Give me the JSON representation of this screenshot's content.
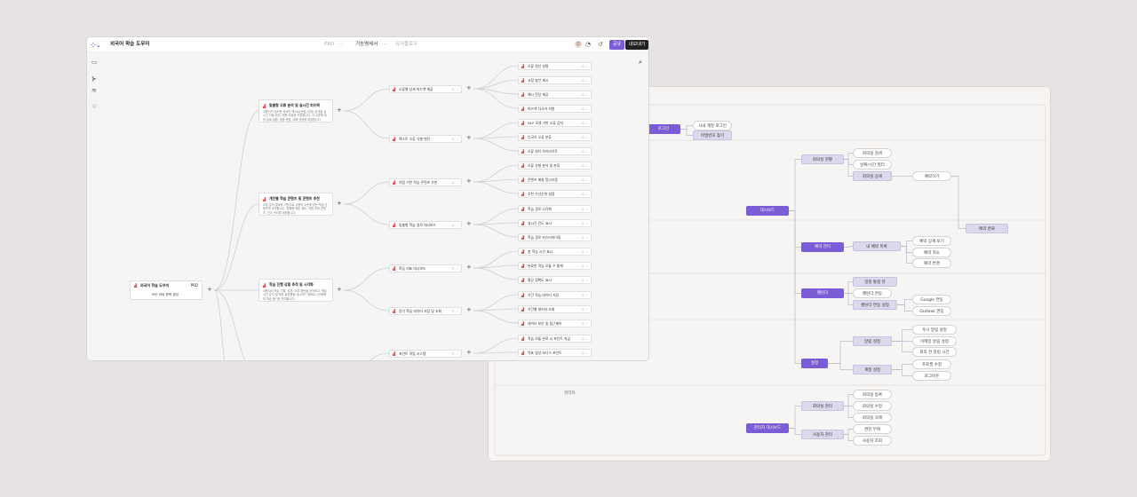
{
  "flowchart": {
    "nodes": [
      {
        "id": "login",
        "label": "로그인",
        "kind": "k1"
      },
      {
        "id": "social",
        "label": "시내 계정 로그인",
        "kind": "k3"
      },
      {
        "id": "findpw",
        "label": "비밀번호 찾기",
        "kind": "k2"
      },
      {
        "id": "status",
        "label": "회의실 현황",
        "kind": "k2"
      },
      {
        "id": "search",
        "label": "회의실 검색",
        "kind": "k3"
      },
      {
        "id": "datefilter",
        "label": "날짜/시간 필터",
        "kind": "k3"
      },
      {
        "id": "detail",
        "label": "회의실 상세",
        "kind": "k2"
      },
      {
        "id": "reserve",
        "label": "예약하기",
        "kind": "k3"
      },
      {
        "id": "dashboard",
        "label": "대시보드",
        "kind": "k1"
      },
      {
        "id": "done",
        "label": "예약 완료",
        "kind": "k2"
      },
      {
        "id": "resmgmt",
        "label": "예약 관리",
        "kind": "k1"
      },
      {
        "id": "mylist",
        "label": "내 예약 목록",
        "kind": "k2"
      },
      {
        "id": "resdetail",
        "label": "예약 상세 보기",
        "kind": "k3"
      },
      {
        "id": "cancel",
        "label": "예약 취소",
        "kind": "k3"
      },
      {
        "id": "change",
        "label": "예약 변경",
        "kind": "k3"
      },
      {
        "id": "calendar",
        "label": "캘린더",
        "kind": "k1"
      },
      {
        "id": "integrated",
        "label": "일정 통합 뷰",
        "kind": "k2"
      },
      {
        "id": "sync",
        "label": "캘린더 연동",
        "kind": "k3"
      },
      {
        "id": "syncset",
        "label": "캘린더 연동 설정",
        "kind": "k2"
      },
      {
        "id": "google",
        "label": "Google 연동",
        "kind": "k3"
      },
      {
        "id": "outlook",
        "label": "Outlook 연동",
        "kind": "k3"
      },
      {
        "id": "settings",
        "label": "설정",
        "kind": "k1"
      },
      {
        "id": "notify",
        "label": "알림 설정",
        "kind": "k2"
      },
      {
        "id": "push",
        "label": "푸시 알림 설정",
        "kind": "k3"
      },
      {
        "id": "email",
        "label": "이메일 알림 설정",
        "kind": "k3"
      },
      {
        "id": "before",
        "label": "회의 전 알림 시간",
        "kind": "k3"
      },
      {
        "id": "account",
        "label": "계정 설정",
        "kind": "k2"
      },
      {
        "id": "profile",
        "label": "프로필 수정",
        "kind": "k3"
      },
      {
        "id": "logout",
        "label": "로그아웃",
        "kind": "k3"
      },
      {
        "id": "admin",
        "label": "관리자 대시보드",
        "kind": "k1"
      },
      {
        "id": "roommgmt",
        "label": "회의실 관리",
        "kind": "k2"
      },
      {
        "id": "roomreg",
        "label": "회의실 등록",
        "kind": "k3"
      },
      {
        "id": "roomedit",
        "label": "회의실 수정",
        "kind": "k3"
      },
      {
        "id": "roomdel",
        "label": "회의실 삭제",
        "kind": "k3"
      },
      {
        "id": "usermgmt",
        "label": "사용자 관리",
        "kind": "k2"
      },
      {
        "id": "perm",
        "label": "권한 부여",
        "kind": "k3"
      },
      {
        "id": "userlist",
        "label": "사용자 조회",
        "kind": "k3"
      }
    ],
    "section_label": "관리자"
  },
  "mindmap": {
    "topbar": {
      "title": "외국어 학습 도우미",
      "tab_prd": "PRD",
      "tab_spec": "기능명세서",
      "tab_flow": "유저플로우",
      "share_label": "공유",
      "export_label": "내보내기",
      "accent": "#7a5cd6"
    },
    "root": {
      "title": "외국어 학습 도우미",
      "badge": "PRD",
      "sub": "모든 하위 항목 생성"
    },
    "features": [
      {
        "title": "맞춤형 오류 분석 및 실시간 피드백",
        "desc": "사용자가 입력한 외국어 텍스트(문법, 어휘) 분석을 실시간 자동 제안, 예문 제공을 지원합니다. 각 오류에 대한 상세 설명, 맞춤 문법, 대체 표현을 제공합니다."
      },
      {
        "title": "개인별 학습 콘텐츠 및 콘텐츠 추천",
        "desc": "오류 분석 결과를 기반으로 사용자 수준에 맞는 학습 콘텐츠를 추천합니다. 맞춤형 학습 경로, 약점 보완 콘텐츠, 진도 관리를 제공합니다."
      },
      {
        "title": "학습 진행 상황 추적 및 시각화",
        "desc": "사용자의 학습 기록, 성취, 오류 패턴을 추적하고, 학습 시간 분석 및 목표 달성률을 대시보드 형태로 시각화하여 학습 동기를 부여합니다."
      }
    ],
    "groups": [
      "오류별 상세 피드백 제공",
      "텍스트 오류 식별 엔진",
      "약점 기반 학습 콘텐츠 추천",
      "맞춤형 학습 경로 대시보드",
      "학습 지표 대시보드",
      "장기 학습 데이터 저장 및 조회",
      "포인트 적립 시스템"
    ],
    "leaves": [
      "오류 원인 설명",
      "교정 방안 제시",
      "예시 문장 제공",
      "피드백 다국어 지원",
      "NLP 모델 기반 오류 감지",
      "다국어 오류 분류",
      "오류 위치 하이라이트",
      "오류 유형 분석 및 분류",
      "콘텐츠 매칭 알고리즘",
      "추천 우선순위 설정",
      "학습 경로 시각화",
      "실시간 진도 표시",
      "학습 경로 커스터마이징",
      "총 학습 시간 표시",
      "완료한 학습 모듈 수 통계",
      "평균 정확도 표시",
      "기간 학습 데이터 저장",
      "기간별 데이터 조회",
      "데이터 보안 및 접근제어",
      "학습 모듈 완료 시 포인트 지급",
      "목표 달성 보너스 포인트"
    ]
  }
}
